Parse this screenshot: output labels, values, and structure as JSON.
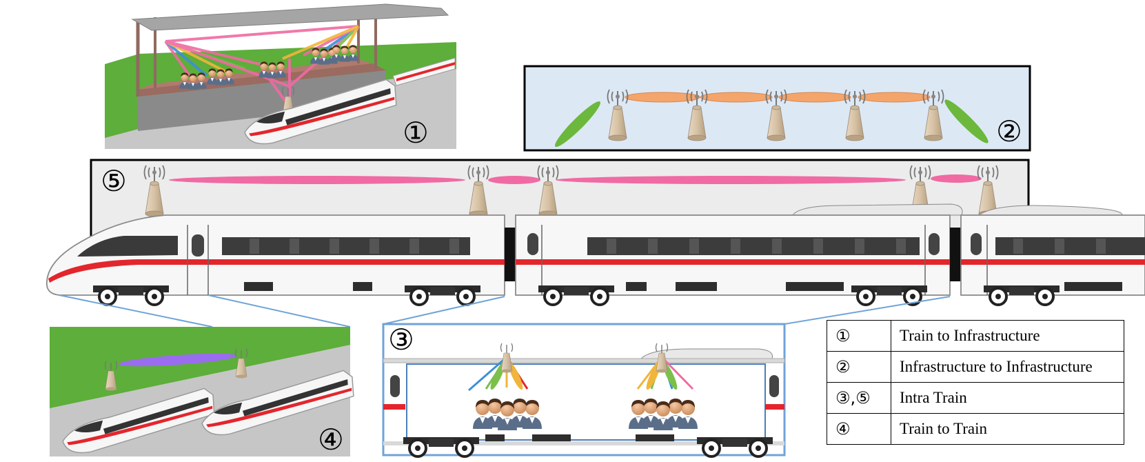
{
  "markers": {
    "m1": "①",
    "m2": "②",
    "m3": "③",
    "m4": "④",
    "m5": "⑤"
  },
  "legend": [
    {
      "symbol": "①",
      "label": "Train to Infrastructure"
    },
    {
      "symbol": "②",
      "label": "Infrastructure to Infrastructure"
    },
    {
      "symbol": "③,⑤",
      "label": "Intra Train"
    },
    {
      "symbol": "④",
      "label": "Train to Train"
    }
  ],
  "colors": {
    "link_train_infra": "#f06aa3",
    "link_infra_infra": "#f4a56b",
    "link_intra_train": "#f06aa3",
    "link_train_train": "#9a6cf0",
    "link_edge_green": "#6bb83c",
    "stripe_red": "#e3262c",
    "panel_blue": "#dde8f5",
    "zoom_blue": "#6fa3d8"
  }
}
